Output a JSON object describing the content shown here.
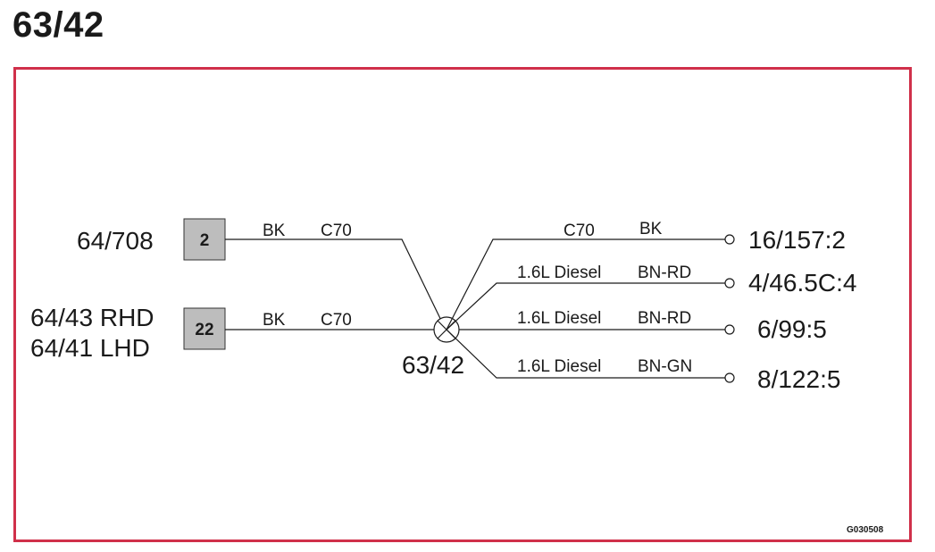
{
  "page_title": "63/42",
  "splice": {
    "label": "63/42"
  },
  "left_connectors": [
    {
      "component": "64/708",
      "pin": "2",
      "color": "BK",
      "code": "C70"
    },
    {
      "component_line1": "64/43 RHD",
      "component_line2": "64/41 LHD",
      "pin": "22",
      "color": "BK",
      "code": "C70"
    }
  ],
  "right_wires": [
    {
      "spec": "C70",
      "color": "BK",
      "destination": "16/157:2"
    },
    {
      "spec": "1.6L Diesel",
      "color": "BN-RD",
      "destination": "4/46.5C:4"
    },
    {
      "spec": "1.6L Diesel",
      "color": "BN-RD",
      "destination": "6/99:5"
    },
    {
      "spec": "1.6L Diesel",
      "color": "BN-GN",
      "destination": "8/122:5"
    }
  ],
  "figure_code": "G030508",
  "colors": {
    "frame": "#d0304a",
    "pin_box": "#bdbdbd",
    "line": "#1a1a1a"
  }
}
